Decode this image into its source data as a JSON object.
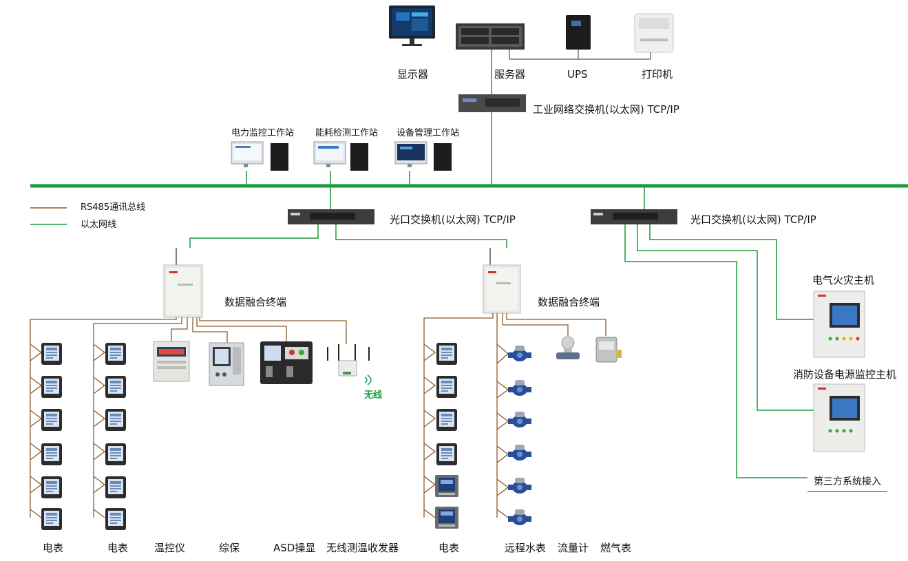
{
  "top": {
    "monitor": "显示器",
    "server": "服务器",
    "ups": "UPS",
    "printer": "打印机",
    "industrial_switch": "工业网络交换机(以太网) TCP/IP"
  },
  "workstations": {
    "power": "电力监控工作站",
    "energy": "能耗检测工作站",
    "equipment": "设备管理工作站"
  },
  "legend": {
    "rs485": "RS485通讯总线",
    "ethernet": "以太网线"
  },
  "switches": {
    "left": "光口交换机(以太网) TCP/IP",
    "right": "光口交换机(以太网) TCP/IP"
  },
  "terminals": {
    "left": "数据融合终端",
    "right": "数据融合终端"
  },
  "right_panel": {
    "fire_host": "电气火灾主机",
    "fire_power_host": "消防设备电源监控主机",
    "third_party": "第三方系统接入"
  },
  "devices": {
    "meter1": "电表",
    "meter2": "电表",
    "temp_controller": "温控仪",
    "protection": "综保",
    "asd": "ASD操显",
    "wireless_temp": "无线测温收发器",
    "wireless": "无线",
    "meter3": "电表",
    "water_meter": "远程水表",
    "flow_meter": "流量计",
    "gas_meter": "燃气表"
  },
  "colors": {
    "ethernet": "#1a9a3a",
    "rs485": "#8b5a2b"
  }
}
